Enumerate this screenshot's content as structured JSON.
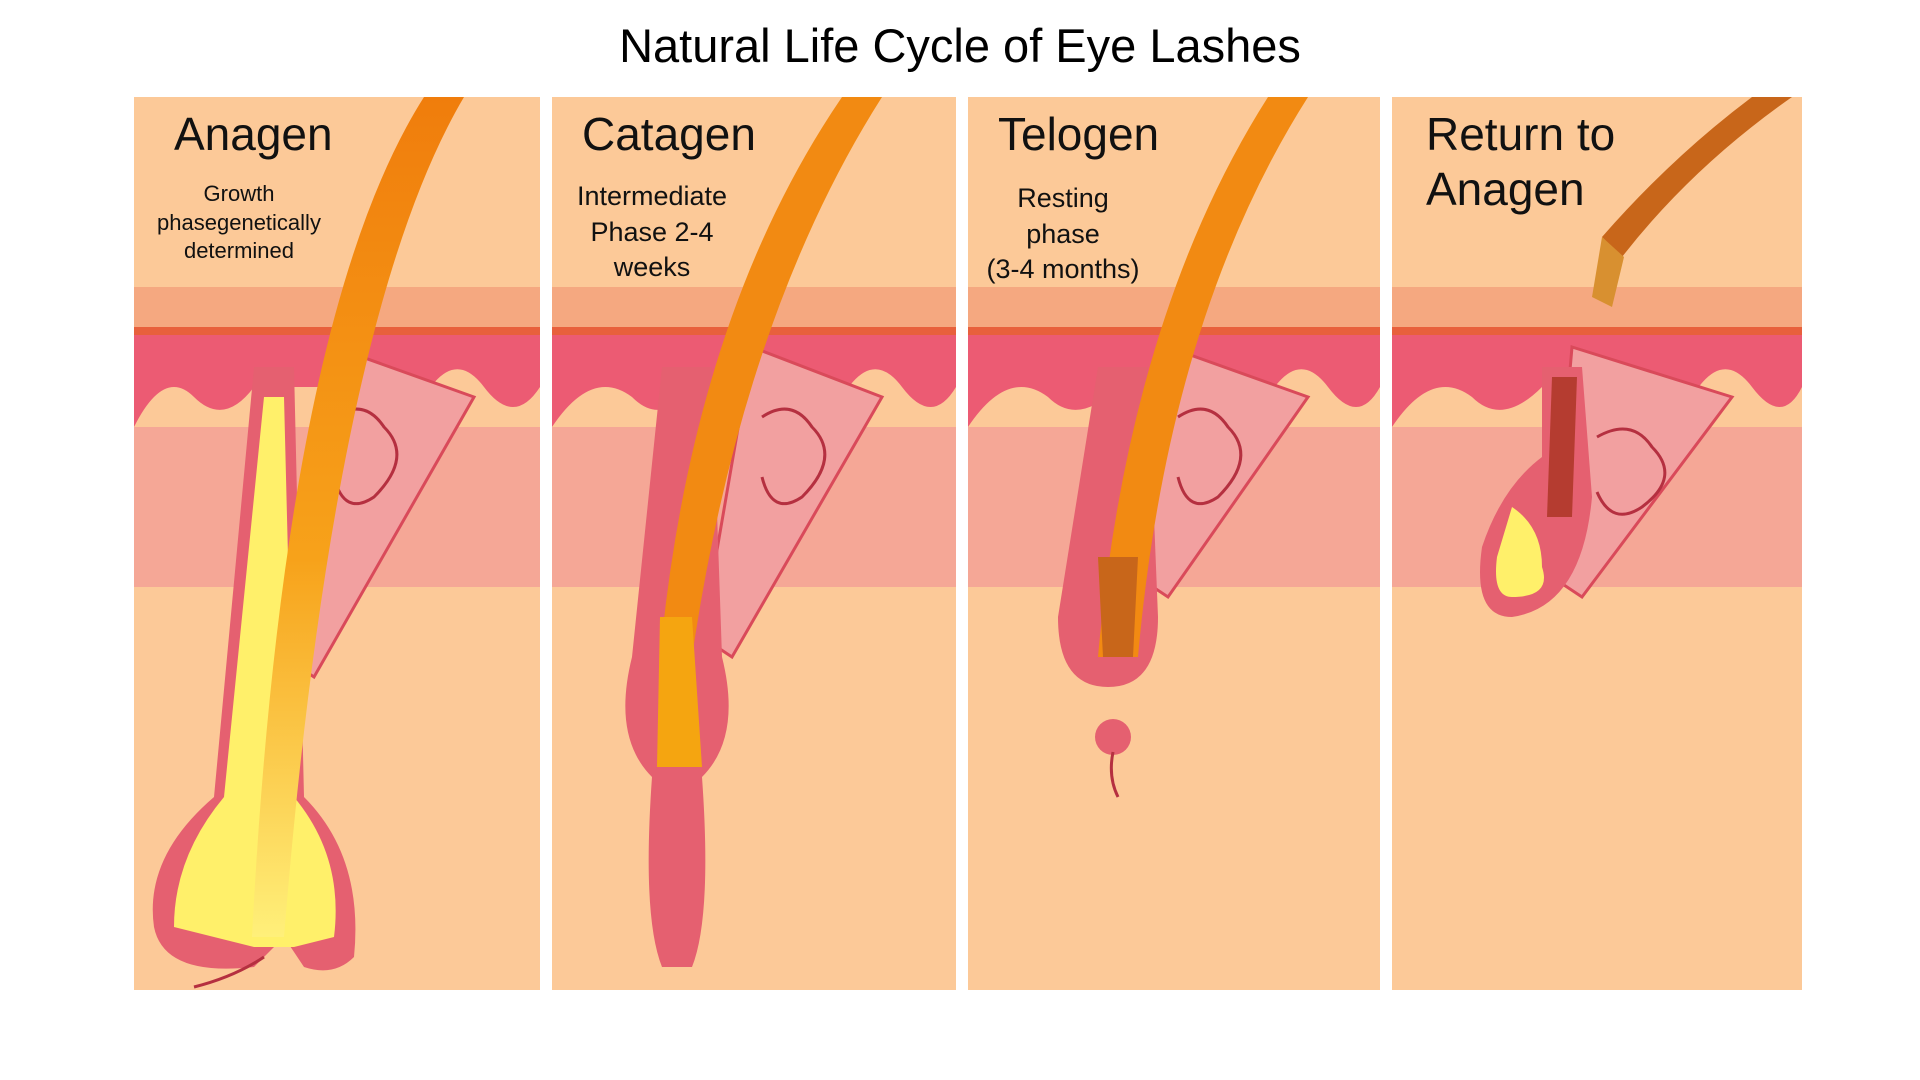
{
  "title": "Natural Life Cycle of Eye Lashes",
  "colors": {
    "skin": "#fcc998",
    "epidermis": "#f58a66",
    "dermis_band": "#ee8d96",
    "follicle": "#e8556a",
    "hair": "#f28a12",
    "bulb": "#fff07a"
  },
  "stages": [
    {
      "name": "Anagen",
      "description": "Growth\nphasegenetically\ndetermined"
    },
    {
      "name": "Catagen",
      "description": "Intermediate\nPhase 2-4\nweeks"
    },
    {
      "name": "Telogen",
      "description": "Resting\nphase\n(3-4 months)"
    },
    {
      "name": "Return to\nAnagen",
      "description": ""
    }
  ]
}
